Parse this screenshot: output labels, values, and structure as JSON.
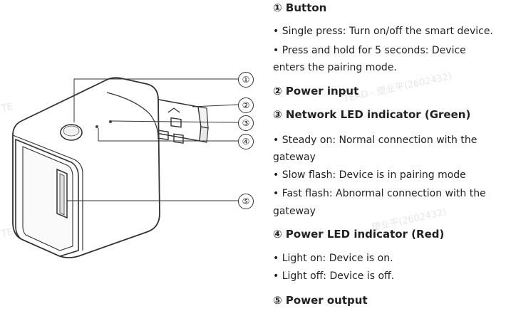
{
  "callouts": [
    "①",
    "②",
    "③",
    "④",
    "⑤"
  ],
  "sections": {
    "button": {
      "heading": "① Button",
      "lines": [
        "• Single press: Turn on/off the smart device.",
        "• Press and hold for 5 seconds: Device",
        "enters the pairing mode."
      ]
    },
    "power_input": {
      "heading": "② Power input"
    },
    "network_led": {
      "heading": "③ Network LED indicator (Green)",
      "lines": [
        "• Steady on: Normal connection with the",
        "gateway",
        "• Slow flash: Device is in pairing mode",
        "• Fast flash: Abnormal connection with the",
        "gateway"
      ]
    },
    "power_led": {
      "heading": "④ Power LED indicator (Red)",
      "lines": [
        "• Light on: Device is on.",
        "• Light off: Device is off."
      ]
    },
    "power_output": {
      "heading": "⑤ Power output"
    }
  },
  "watermarks": [
    "TE",
    "TE",
    "TEAD - 塑业平(2602432)",
    "塑业平(2602432)"
  ]
}
